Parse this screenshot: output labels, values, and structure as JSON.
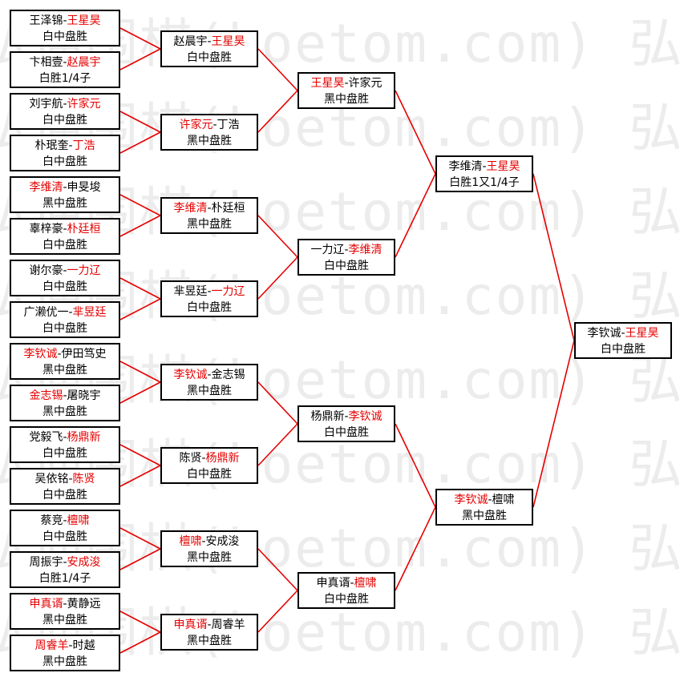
{
  "watermark": {
    "text": "弘通围棋(hoetom.com) 弘通围棋(hoetom.com) 弘通围"
  },
  "colors": {
    "winner": "#e60000",
    "line": "#e60000",
    "text": "#000000",
    "border": "#000000"
  },
  "round1": [
    {
      "p1": "王泽锦",
      "p2": "王星昊",
      "winner": 2,
      "result": "白中盘胜"
    },
    {
      "p1": "卞相壹",
      "p2": "赵晨宇",
      "winner": 2,
      "result": "白胜1/4子"
    },
    {
      "p1": "刘宇航",
      "p2": "许家元",
      "winner": 2,
      "result": "白中盘胜"
    },
    {
      "p1": "朴珉奎",
      "p2": "丁浩",
      "winner": 2,
      "result": "白中盘胜"
    },
    {
      "p1": "李维清",
      "p2": "申旻埈",
      "winner": 1,
      "result": "黑中盘胜"
    },
    {
      "p1": "辜梓豪",
      "p2": "朴廷桓",
      "winner": 2,
      "result": "白中盘胜"
    },
    {
      "p1": "谢尔豪",
      "p2": "一力辽",
      "winner": 2,
      "result": "白中盘胜"
    },
    {
      "p1": "广濑优一",
      "p2": "芈昱廷",
      "winner": 2,
      "result": "白中盘胜"
    },
    {
      "p1": "李钦诚",
      "p2": "伊田笃史",
      "winner": 1,
      "result": "黑中盘胜"
    },
    {
      "p1": "金志锡",
      "p2": "屠晓宇",
      "winner": 1,
      "result": "黑中盘胜"
    },
    {
      "p1": "党毅飞",
      "p2": "杨鼎新",
      "winner": 2,
      "result": "白中盘胜"
    },
    {
      "p1": "吴依铭",
      "p2": "陈贤",
      "winner": 2,
      "result": "白中盘胜"
    },
    {
      "p1": "蔡竞",
      "p2": "檀啸",
      "winner": 2,
      "result": "白中盘胜"
    },
    {
      "p1": "周振宇",
      "p2": "安成浚",
      "winner": 2,
      "result": "白胜1/4子"
    },
    {
      "p1": "申真谞",
      "p2": "黄静远",
      "winner": 1,
      "result": "黑中盘胜"
    },
    {
      "p1": "周睿羊",
      "p2": "时越",
      "winner": 1,
      "result": "黑中盘胜"
    }
  ],
  "round2": [
    {
      "p1": "赵晨宇",
      "p2": "王星昊",
      "winner": 2,
      "result": "白中盘胜"
    },
    {
      "p1": "许家元",
      "p2": "丁浩",
      "winner": 1,
      "result": "黑中盘胜"
    },
    {
      "p1": "李维清",
      "p2": "朴廷桓",
      "winner": 1,
      "result": "黑中盘胜"
    },
    {
      "p1": "芈昱廷",
      "p2": "一力辽",
      "winner": 2,
      "result": "白中盘胜"
    },
    {
      "p1": "李钦诚",
      "p2": "金志锡",
      "winner": 1,
      "result": "黑中盘胜"
    },
    {
      "p1": "陈贤",
      "p2": "杨鼎新",
      "winner": 2,
      "result": "白中盘胜"
    },
    {
      "p1": "檀啸",
      "p2": "安成浚",
      "winner": 1,
      "result": "黑中盘胜"
    },
    {
      "p1": "申真谞",
      "p2": "周睿羊",
      "winner": 1,
      "result": "黑中盘胜"
    }
  ],
  "round3": [
    {
      "p1": "王星昊",
      "p2": "许家元",
      "winner": 1,
      "result": "黑中盘胜"
    },
    {
      "p1": "一力辽",
      "p2": "李维清",
      "winner": 2,
      "result": "白中盘胜"
    },
    {
      "p1": "杨鼎新",
      "p2": "李钦诚",
      "winner": 2,
      "result": "白中盘胜"
    },
    {
      "p1": "申真谞",
      "p2": "檀啸",
      "winner": 2,
      "result": "白中盘胜"
    }
  ],
  "round4": [
    {
      "p1": "李维清",
      "p2": "王星昊",
      "winner": 2,
      "result": "白胜1又1/4子"
    },
    {
      "p1": "李钦诚",
      "p2": "檀啸",
      "winner": 1,
      "result": "黑中盘胜"
    }
  ],
  "final": [
    {
      "p1": "李钦诚",
      "p2": "王星昊",
      "winner": 2,
      "result": "白中盘胜"
    }
  ]
}
